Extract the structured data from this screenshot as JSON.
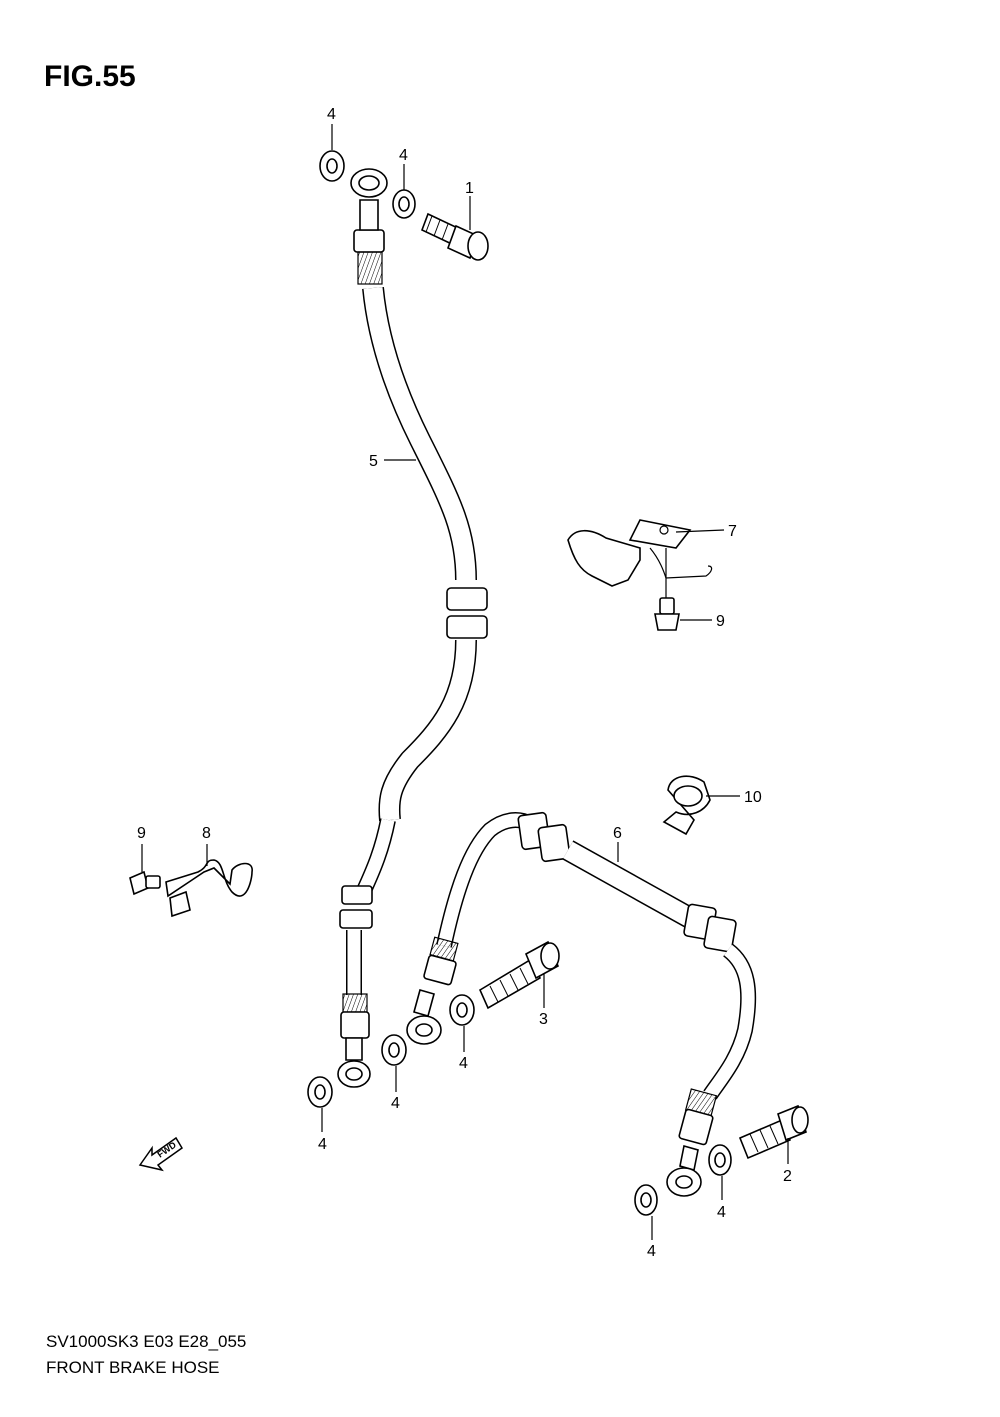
{
  "figure": {
    "title": "FIG.55",
    "model_code": "SV1000SK3 E03 E28_055",
    "name": "FRONT BRAKE HOSE"
  },
  "fwd_arrow_label": "FWD",
  "callouts": {
    "washer_top_left": "4",
    "washer_top_right": "4",
    "union_bolt_1": "1",
    "hose_5": "5",
    "bracket_7": "7",
    "bolt_9_right": "9",
    "clamp_10": "10",
    "hose_6": "6",
    "bolt_9_left": "9",
    "bracket_8": "8",
    "union_bolt_3": "3",
    "washer_mid_a": "4",
    "washer_mid_b": "4",
    "washer_bottom_left": "4",
    "union_bolt_2": "2",
    "washer_bottom_right": "4",
    "washer_bottom_mid": "4"
  }
}
